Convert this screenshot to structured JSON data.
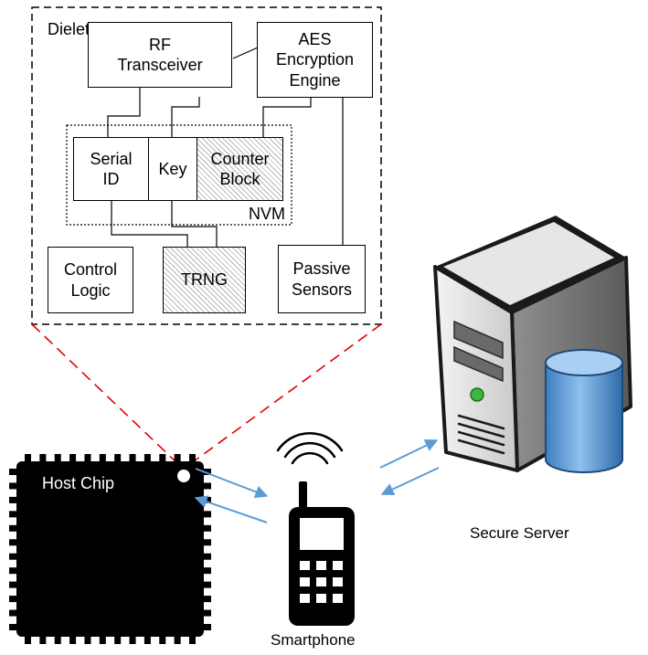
{
  "dielet": {
    "title": "Dielet",
    "rf_transceiver": "RF\nTransceiver",
    "aes_engine": "AES\nEncryption\nEngine",
    "serial_id": "Serial\nID",
    "key": "Key",
    "counter_block": "Counter\nBlock",
    "nvm": "NVM",
    "control_logic": "Control\nLogic",
    "trng": "TRNG",
    "passive_sensors": "Passive\nSensors"
  },
  "host_chip": {
    "label": "Host Chip"
  },
  "smartphone": {
    "label": "Smartphone"
  },
  "server": {
    "label": "Secure Server"
  },
  "colors": {
    "zoom_line": "#e00000",
    "arrow": "#5b9bd5",
    "chip_body": "#000000",
    "server_led": "#3cb83c",
    "database": "#5b9bd5"
  }
}
